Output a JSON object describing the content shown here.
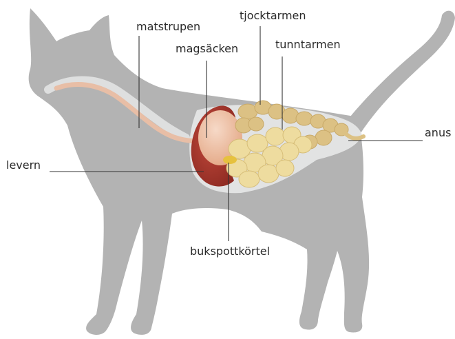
{
  "labels": {
    "esophagus": "matstrupen",
    "stomach": "magsäcken",
    "large_intestine": "tjocktarmen",
    "small_intestine": "tunntarmen",
    "liver": "levern",
    "pancreas": "bukspottkörtel",
    "anus": "anus"
  },
  "colors": {
    "body": "#b3b3b3",
    "cavity": "#e2e3e3",
    "esophagus": "#e8bea6",
    "stomach": "#eab79b",
    "liver": "#a9352b",
    "intestine": "#dcc184",
    "small_intestine": "#eedc9f",
    "pancreas": "#e6c13e",
    "leader": "#333333"
  }
}
